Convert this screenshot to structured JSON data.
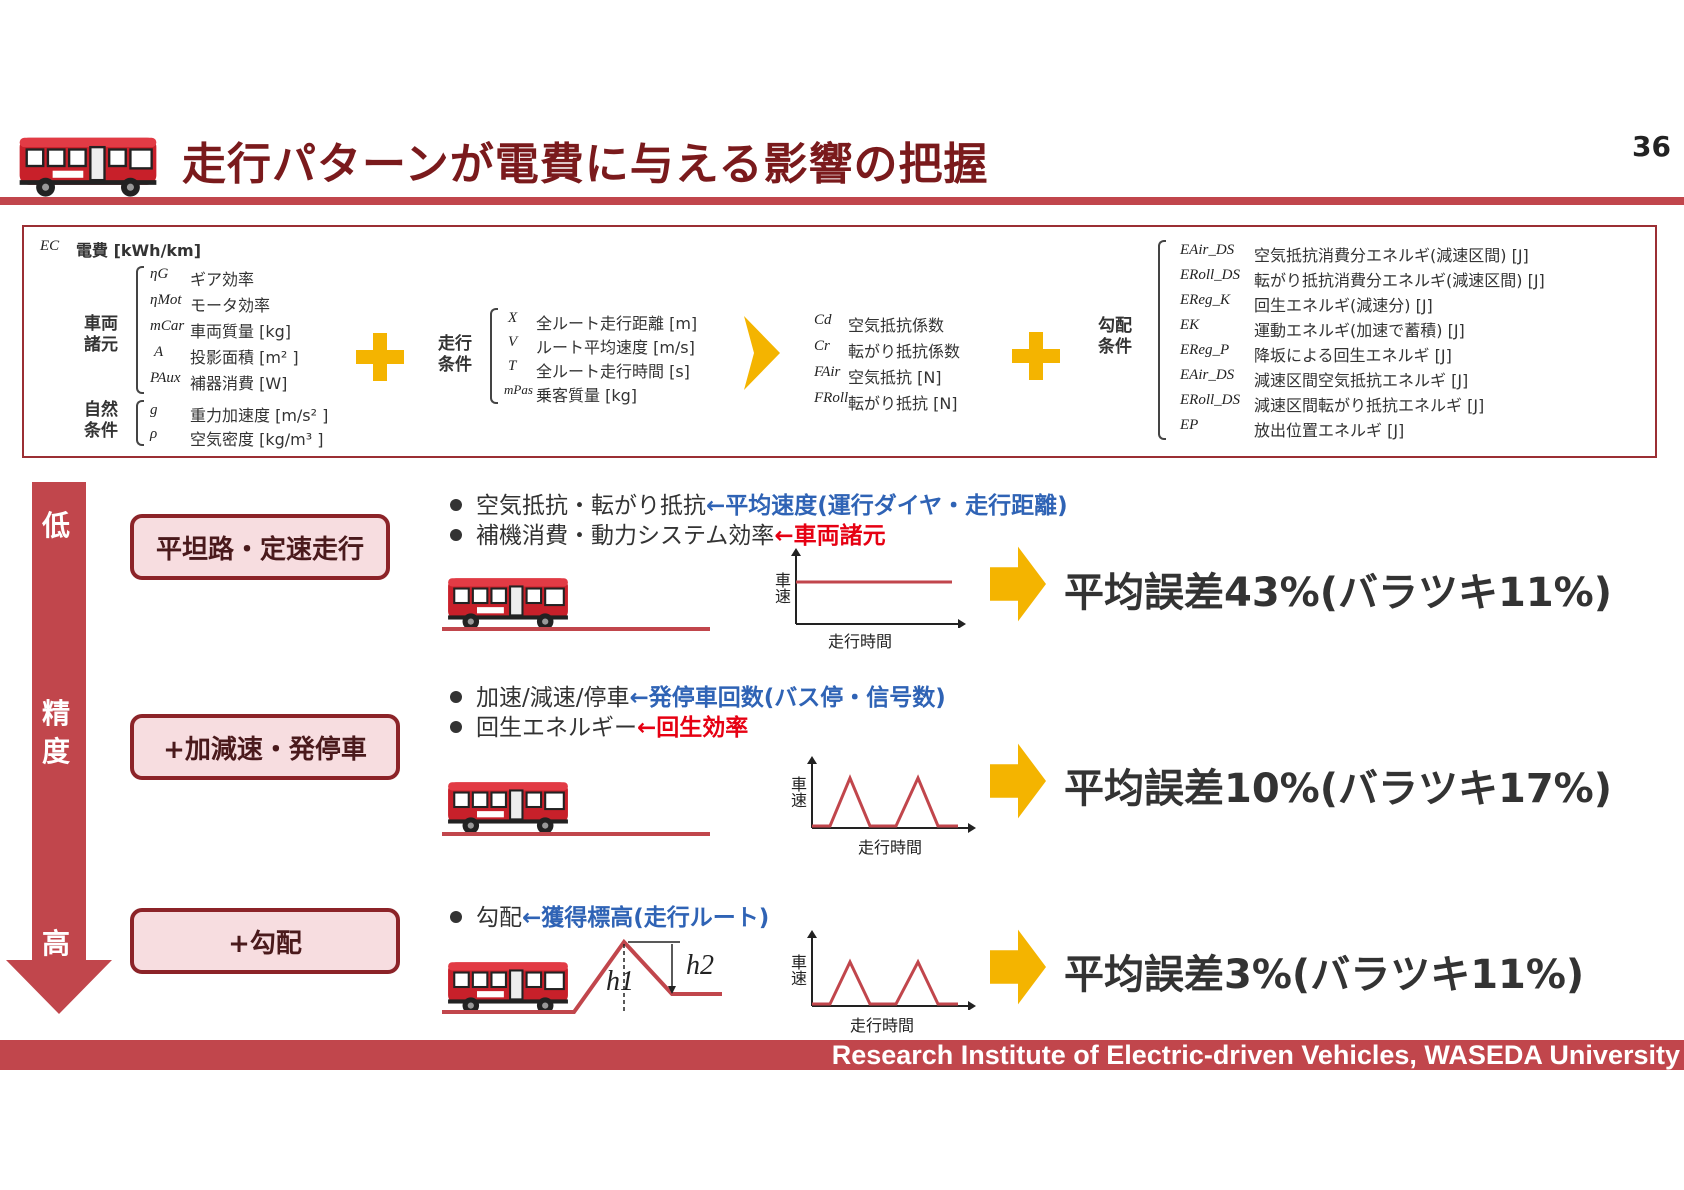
{
  "header": {
    "title": "走行パターンが電費に与える影響の把握",
    "page_number": "36"
  },
  "footer": "Research Institute of Electric-driven Vehicles, WASEDA University",
  "definitions": {
    "ec": {
      "sym": "EC",
      "label": "電費 [kWh/km]"
    },
    "vehicle": {
      "group": [
        "車両",
        "諸元"
      ],
      "items": [
        {
          "sym": "ηG",
          "label": "ギア効率"
        },
        {
          "sym": "ηMot",
          "label": "モータ効率"
        },
        {
          "sym": "mCar",
          "label": "車両質量 [kg]"
        },
        {
          "sym": "A",
          "label": "投影面積 [m² ]"
        },
        {
          "sym": "PAux",
          "label": "補器消費 [W]"
        }
      ]
    },
    "natural": {
      "group": [
        "自然",
        "条件"
      ],
      "items": [
        {
          "sym": "g",
          "label": "重力加速度 [m/s² ]"
        },
        {
          "sym": "ρ",
          "label": "空気密度 [kg/m³ ]"
        }
      ]
    },
    "driving": {
      "group": [
        "走行",
        "条件"
      ],
      "items": [
        {
          "sym": "X",
          "label": "全ルート走行距離 [m]"
        },
        {
          "sym": "V",
          "label": "ルート平均速度 [m/s]"
        },
        {
          "sym": "T",
          "label": "全ルート走行時間 [s]"
        },
        {
          "sym": "mPas",
          "label": "乗客質量 [kg]"
        }
      ]
    },
    "coeff": {
      "items": [
        {
          "sym": "Cd",
          "label": "空気抵抗係数"
        },
        {
          "sym": "Cr",
          "label": "転がり抵抗係数"
        },
        {
          "sym": "FAir",
          "label": "空気抵抗 [N]"
        },
        {
          "sym": "FRoll",
          "label": "転がり抵抗 [N]"
        }
      ]
    },
    "gradient": {
      "group": [
        "勾配",
        "条件"
      ],
      "items": [
        {
          "sym": "EAir_DS",
          "label": "空気抵抗消費分エネルギ(減速区間) [J]"
        },
        {
          "sym": "ERoll_DS",
          "label": "転がり抵抗消費分エネルギ(減速区間) [J]"
        },
        {
          "sym": "EReg_K",
          "label": "回生エネルギ(減速分) [J]"
        },
        {
          "sym": "EK",
          "label": "運動エネルギ(加速で蓄積) [J]"
        },
        {
          "sym": "EReg_P",
          "label": "降坂による回生エネルギ [J]"
        },
        {
          "sym": "EAir_DS",
          "label": "減速区間空気抵抗エネルギ [J]"
        },
        {
          "sym": "ERoll_DS",
          "label": "減速区間転がり抵抗エネルギ [J]"
        },
        {
          "sym": "EP",
          "label": "放出位置エネルギ [J]"
        }
      ]
    }
  },
  "accuracy_arrow": {
    "low": "低",
    "mid1": "精",
    "mid2": "度",
    "high": "高"
  },
  "stages": [
    {
      "label": "平坦路・定速走行",
      "bullets": [
        {
          "text": "空気抵抗・転がり抵抗",
          "source": "←平均速度(運行ダイヤ・走行距離)",
          "color": "blue"
        },
        {
          "text": "補機消費・動力システム効率",
          "source": "←車両諸元",
          "color": "red"
        }
      ],
      "graph": {
        "ylabel": "車速",
        "xlabel": "走行時間"
      },
      "result": "平均誤差43%(バラツキ11%)"
    },
    {
      "label": "+加減速・発停車",
      "bullets": [
        {
          "text": "加速/減速/停車",
          "source": "←発停車回数(バス停・信号数)",
          "color": "blue"
        },
        {
          "text": "回生エネルギー",
          "source": "←回生効率",
          "color": "red"
        }
      ],
      "graph": {
        "ylabel": "車速",
        "xlabel": "走行時間"
      },
      "result": "平均誤差10%(バラツキ17%)"
    },
    {
      "label": "+勾配",
      "bullets": [
        {
          "text": "勾配",
          "source": "←獲得標高(走行ルート)",
          "color": "blue"
        }
      ],
      "graph": {
        "ylabel": "車速",
        "xlabel": "走行時間"
      },
      "hill": {
        "h1": "h1",
        "h2": "h2"
      },
      "result": "平均誤差3%(バラツキ11%)"
    }
  ],
  "colors": {
    "brand": "#c1464c",
    "dark_red": "#8c2328",
    "accent_yellow": "#f4b400",
    "blue": "#2f63b5",
    "red": "#e60012"
  }
}
